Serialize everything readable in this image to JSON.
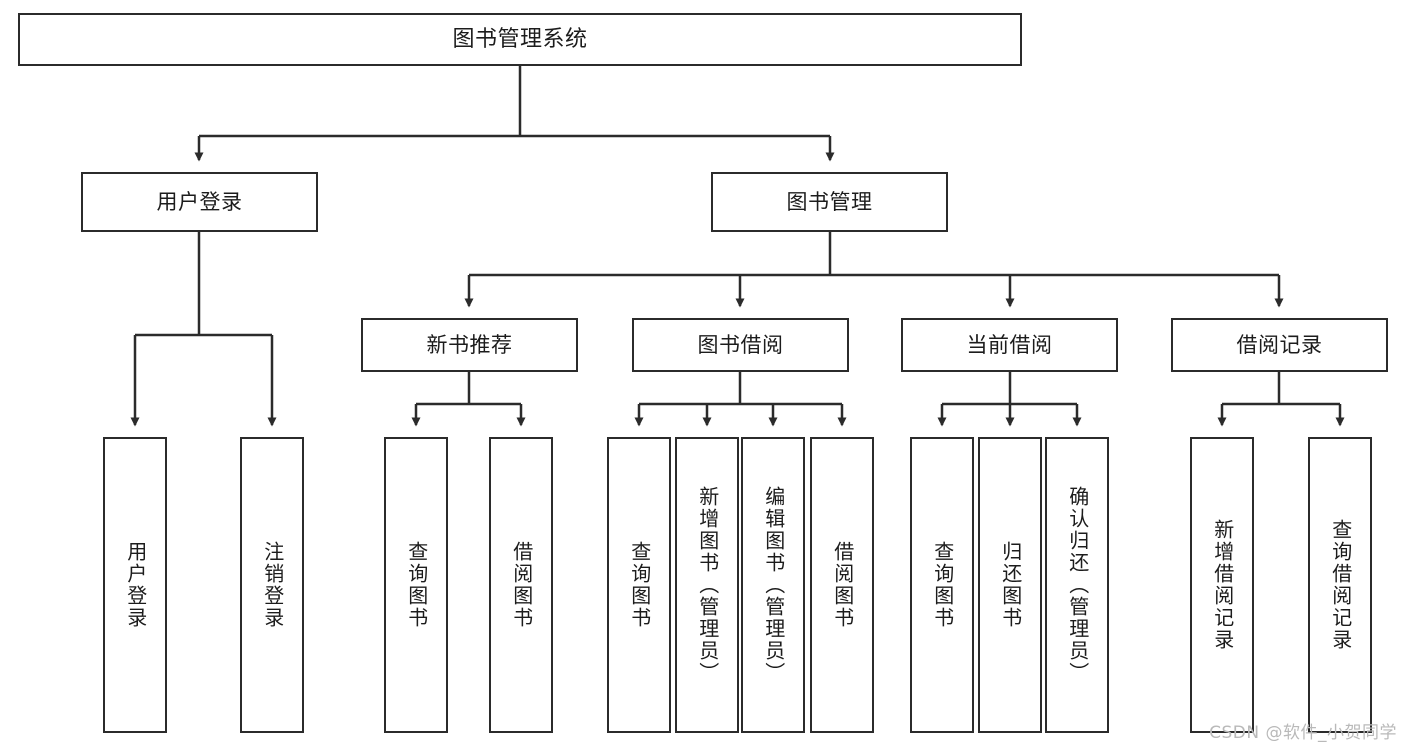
{
  "diagram": {
    "title": "图书管理系统",
    "type": "tree-hierarchy",
    "orientation": "top-down",
    "colors": {
      "stroke": "#2b2b2b",
      "fill": "#ffffff",
      "text": "#1c1c1c",
      "watermark": "#b9b9b9"
    }
  },
  "nodes": {
    "root": {
      "label": "图书管理系统"
    },
    "level2": [
      {
        "label": "用户登录"
      },
      {
        "label": "图书管理"
      }
    ],
    "level3": [
      {
        "label": "新书推荐"
      },
      {
        "label": "图书借阅"
      },
      {
        "label": "当前借阅"
      },
      {
        "label": "借阅记录"
      }
    ],
    "leaves": {
      "user_login": [
        {
          "label": "用户登录"
        },
        {
          "label": "注销登录"
        }
      ],
      "new_book_recommend": [
        {
          "label": "查询图书"
        },
        {
          "label": "借阅图书"
        }
      ],
      "book_borrow": [
        {
          "label": "查询图书"
        },
        {
          "label": "新增图书（管理员）"
        },
        {
          "label": "编辑图书（管理员）"
        },
        {
          "label": "借阅图书"
        }
      ],
      "current_borrow": [
        {
          "label": "查询图书"
        },
        {
          "label": "归还图书"
        },
        {
          "label": "确认归还（管理员）"
        }
      ],
      "borrow_record": [
        {
          "label": "新增借阅记录"
        },
        {
          "label": "查询借阅记录"
        }
      ]
    }
  },
  "watermark": {
    "text": "CSDN @软件_小贺同学"
  }
}
